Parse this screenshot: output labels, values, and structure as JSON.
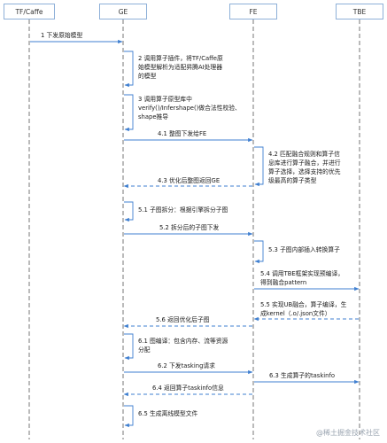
{
  "participants": {
    "tf": "TF/Caffe",
    "ge": "GE",
    "fe": "FE",
    "tbe": "TBE"
  },
  "messages": {
    "m1": "1 下发原始模型",
    "m2a": "2 调用算子插件，将TF/Caffe原",
    "m2b": "始模型解析为适配昇腾AI处理器",
    "m2c": "的模型",
    "m3a": "3 调用算子原型库中",
    "m3b": "verify()/Infershape()做合法性校验、",
    "m3c": "shape推导",
    "m41": "4.1 整图下发给FE",
    "m42a": "4.2 匹配融合规则和算子信",
    "m42b": "息库进行算子融合，并进行",
    "m42c": "算子选择，选择支持的优先",
    "m42d": "级最高的算子类型",
    "m43": "4.3 优化后整图返回GE",
    "m51": "5.1 子图拆分：根据引擎拆分子图",
    "m52": "5.2 拆分后的子图下发",
    "m53": "5.3 子图内部插入转换算子",
    "m54a": "5.4 调用TBE框架实现预编译，",
    "m54b": "得到融合pattern",
    "m55a": "5.5 实现UB融合，算子编译，生",
    "m55b": "成kernel（.o/.json文件）",
    "m56": "5.6 返回优化后子图",
    "m61a": "6.1 图编译：包含内存、流等资源",
    "m61b": "分配",
    "m62": "6.2 下发tasking请求",
    "m63": "6.3 生成算子的taskinfo",
    "m64": "6.4 返回算子taskinfo信息",
    "m65": "6.5 生成离线模型文件"
  },
  "watermark": "@稀土掘金技术社区",
  "colors": {
    "arrow": "#3f7fd0",
    "lifeline": "#555555",
    "header_border": "#8eb0d8"
  }
}
